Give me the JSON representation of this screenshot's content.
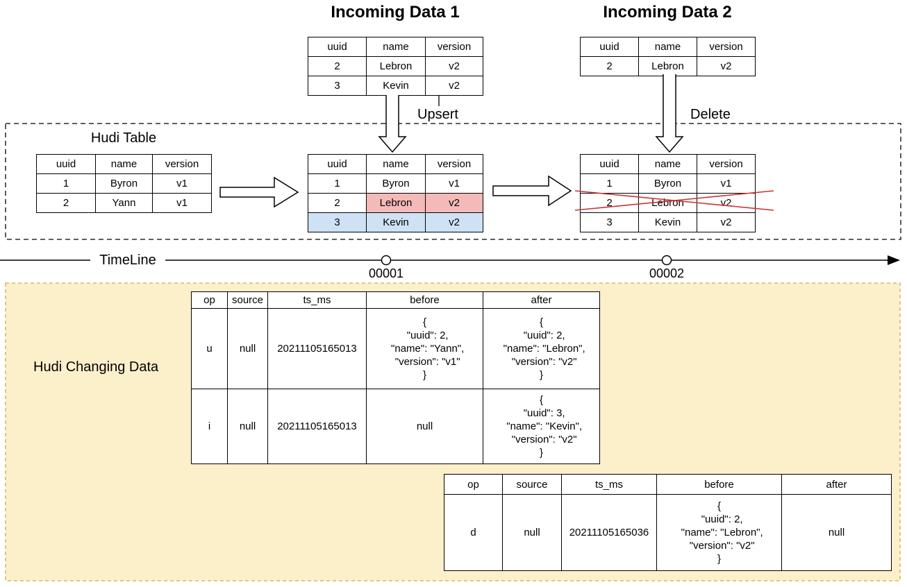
{
  "titles": {
    "incoming1": "Incoming Data 1",
    "incoming2": "Incoming Data 2",
    "hudi_table": "Hudi Table",
    "timeline": "TimeLine",
    "changing": "Hudi Changing Data"
  },
  "arrow_labels": {
    "upsert": "Upsert",
    "delete": "Delete"
  },
  "timeline": {
    "commits": [
      "00001",
      "00002"
    ]
  },
  "tables": {
    "incoming1": {
      "headers": [
        "uuid",
        "name",
        "version"
      ],
      "rows": [
        [
          "2",
          "Lebron",
          "v2"
        ],
        [
          "3",
          "Kevin",
          "v2"
        ]
      ]
    },
    "incoming2": {
      "headers": [
        "uuid",
        "name",
        "version"
      ],
      "rows": [
        [
          "2",
          "Lebron",
          "v2"
        ]
      ]
    },
    "hudi_before": {
      "headers": [
        "uuid",
        "name",
        "version"
      ],
      "rows": [
        [
          "1",
          "Byron",
          "v1"
        ],
        [
          "2",
          "Yann",
          "v1"
        ]
      ]
    },
    "hudi_after_upsert": {
      "headers": [
        "uuid",
        "name",
        "version"
      ],
      "rows": [
        [
          "1",
          "Byron",
          "v1"
        ],
        [
          "2",
          "Lebron",
          "v2"
        ],
        [
          "3",
          "Kevin",
          "v2"
        ]
      ]
    },
    "hudi_after_delete": {
      "headers": [
        "uuid",
        "name",
        "version"
      ],
      "rows": [
        [
          "1",
          "Byron",
          "v1"
        ],
        [
          "2",
          "Lebron",
          "v2"
        ],
        [
          "3",
          "Kevin",
          "v2"
        ]
      ]
    }
  },
  "cdc1": {
    "headers": [
      "op",
      "source",
      "ts_ms",
      "before",
      "after"
    ],
    "rows": [
      [
        "u",
        "null",
        "20211105165013",
        "{\n  \"uuid\": 2,\n  \"name\": \"Yann\",\n  \"version\": \"v1\"\n}",
        "{\n  \"uuid\": 2,\n  \"name\": \"Lebron\",\n  \"version\": \"v2\"\n}"
      ],
      [
        "i",
        "null",
        "20211105165013",
        "null",
        "{\n  \"uuid\": 3,\n  \"name\": \"Kevin\",\n  \"version\": \"v2\"\n}"
      ]
    ]
  },
  "cdc2": {
    "headers": [
      "op",
      "source",
      "ts_ms",
      "before",
      "after"
    ],
    "rows": [
      [
        "d",
        "null",
        "20211105165036",
        "{\n  \"uuid\": 2,\n  \"name\": \"Lebron\",\n  \"version\": \"v2\"\n}",
        "null"
      ]
    ]
  },
  "colors": {
    "update_row_fill": "#f4b9b9",
    "update_row_border": "#c0453e",
    "insert_row_fill": "#cfe2f5",
    "insert_row_border": "#6c8ebf",
    "delete_cross": "#c83232",
    "changing_box_fill": "#fcf0ca",
    "changing_box_border": "#d6b86a"
  }
}
